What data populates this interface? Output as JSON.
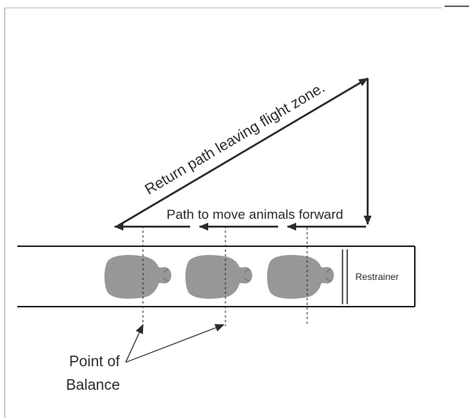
{
  "diagram": {
    "return_path_label": "Return path leaving flight zone.",
    "forward_path_label": "Path to move animals forward",
    "restrainer_label": "Restrainer",
    "point_of_balance_line1": "Point of",
    "point_of_balance_line2": "Balance"
  },
  "colors": {
    "ink": "#2a2a2a",
    "animal": "#8f8f8f",
    "animal_dark": "#6e6e6e",
    "background": "#ffffff"
  }
}
